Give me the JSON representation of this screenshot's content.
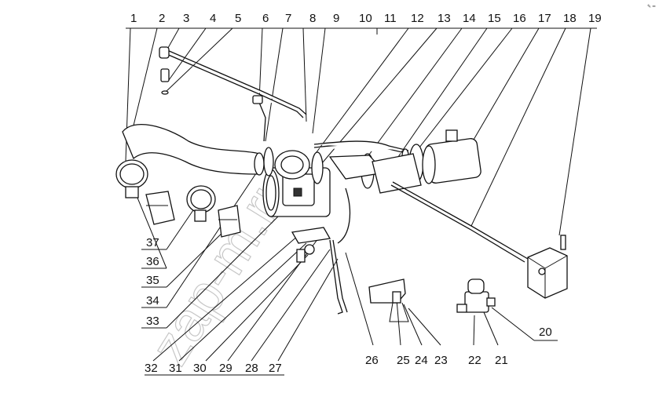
{
  "diagram": {
    "top_labels": [
      "1",
      "2",
      "3",
      "4",
      "5",
      "6",
      "7",
      "8",
      "9",
      "10",
      "11",
      "12",
      "13",
      "14",
      "15",
      "16",
      "17",
      "18",
      "19"
    ],
    "left_labels": [
      "37",
      "36",
      "35",
      "34",
      "33"
    ],
    "bottom_labels": [
      "32",
      "31",
      "30",
      "29",
      "28",
      "27"
    ],
    "bottom_right_labels": [
      "26",
      "25",
      "24",
      "23",
      "22",
      "21"
    ],
    "side_label": "20",
    "watermark": "zap-m.ru",
    "corner_mark": "✎ ━"
  }
}
